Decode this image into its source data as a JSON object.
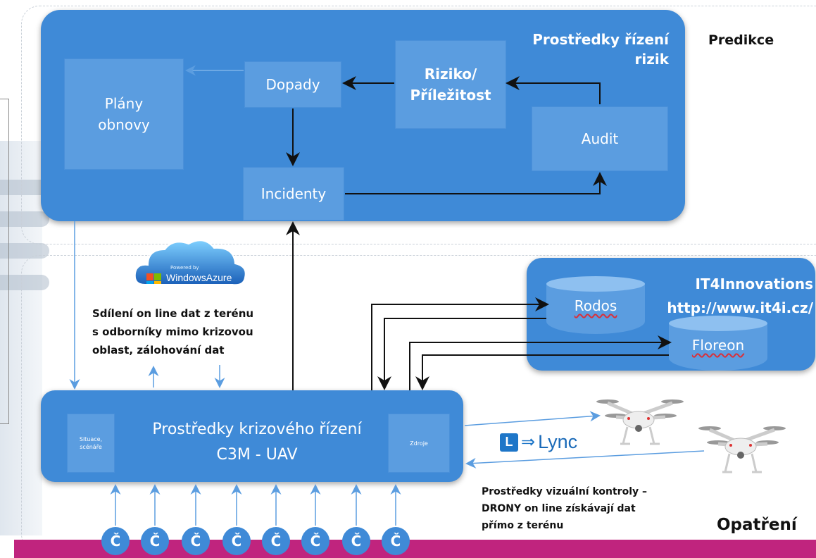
{
  "risk_panel": {
    "title_line1": "Prostředky řízení",
    "title_line2": "rizik",
    "plany_line1": "Plány",
    "plany_line2": "obnovy",
    "dopady": "Dopady",
    "riziko_line1": "Riziko/",
    "riziko_line2": "Příležitost",
    "audit": "Audit",
    "incidenty": "Incidenty"
  },
  "predikce_label": "Predikce",
  "azure": {
    "logo_small": "Powered by",
    "logo_text": "WindowsAzure",
    "desc_line1": "Sdílení on line dat z terénu",
    "desc_line2": "s odborníky mimo krizovou",
    "desc_line3": "oblast, zálohování dat"
  },
  "it4i": {
    "title_line1": "IT4Innovations",
    "title_line2": "http://www.it4i.cz/",
    "rodos": "Rodos",
    "floreon": "Floreon"
  },
  "crisis_panel": {
    "title_line1": "Prostředky krizového řízení",
    "title_line2": "C3M - UAV",
    "small_left_line1": "Situace,",
    "small_left_line2": "scénáře",
    "small_right": "Zdroje"
  },
  "lync_label": "Lync",
  "drones_desc": {
    "line1": "Prostředky vizuální kontroly –",
    "line2": "DRONY on line získávají dat",
    "line3": "přímo z terénu"
  },
  "opatreni_label": "Opatření",
  "c_nodes": [
    "Č",
    "Č",
    "Č",
    "Č",
    "Č",
    "Č",
    "Č",
    "Č"
  ],
  "colors": {
    "panel": "#3f8ad7",
    "box": "#5b9de0",
    "magenta": "#c0247e",
    "arrow_dark": "#111111",
    "arrow_light": "#5b9de0"
  }
}
